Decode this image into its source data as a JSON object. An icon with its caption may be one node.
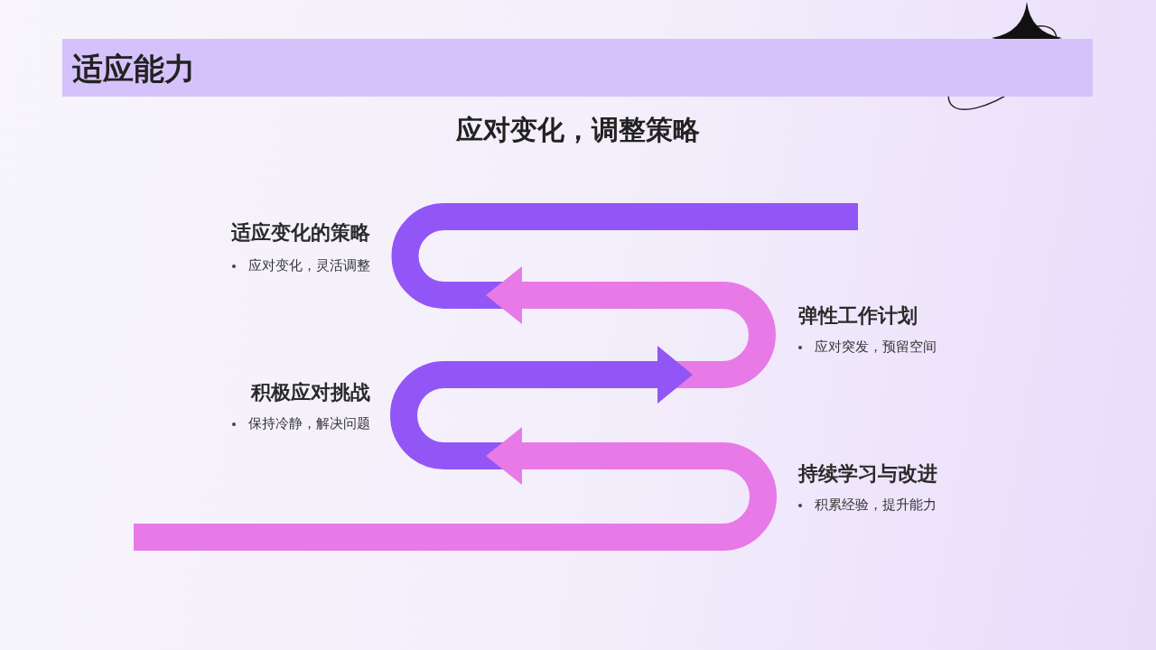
{
  "diagram": {
    "title": "适应能力",
    "labels": [
      "应对变化，调整策略",
      "适应变化的策略",
      "应对变化，灵活调整",
      "弹性工作计划",
      "应对突发，预留空间",
      "积极应对挑战",
      "保持冷静，解决问题",
      "持续学习与改进",
      "积累经验，提升能力"
    ]
  }
}
